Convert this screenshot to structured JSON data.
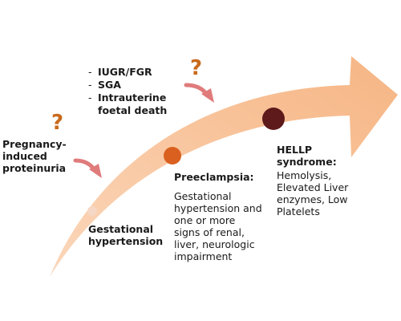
{
  "colors": {
    "arrow_fill": "#f6b583",
    "arrow_fill_light": "#fbd7bb",
    "dot_gestational": "#f6d6c4",
    "dot_preeclampsia": "#d9601f",
    "dot_hellp": "#5e1a1a",
    "question_mark": "#c86a1c",
    "curved_arrow": "#e07b7b"
  },
  "stages": {
    "gestational": {
      "title": "Gestational hypertension"
    },
    "preeclampsia": {
      "title": "Preeclampsia:",
      "desc": "Gestational hypertension and one or more signs of renal, liver, neurologic impairment"
    },
    "hellp": {
      "title": "HELLP syndrome:",
      "desc": "Hemolysis, Elevated Liver enzymes, Low Platelets"
    }
  },
  "side_labels": {
    "proteinuria": "Pregnancy-induced proteinuria",
    "outcomes": [
      "IUGR/FGR",
      "SGA",
      "Intrauterine foetal death"
    ]
  },
  "question_mark": "?",
  "icons": [
    "curved-arrow-icon",
    "question-mark-icon"
  ]
}
